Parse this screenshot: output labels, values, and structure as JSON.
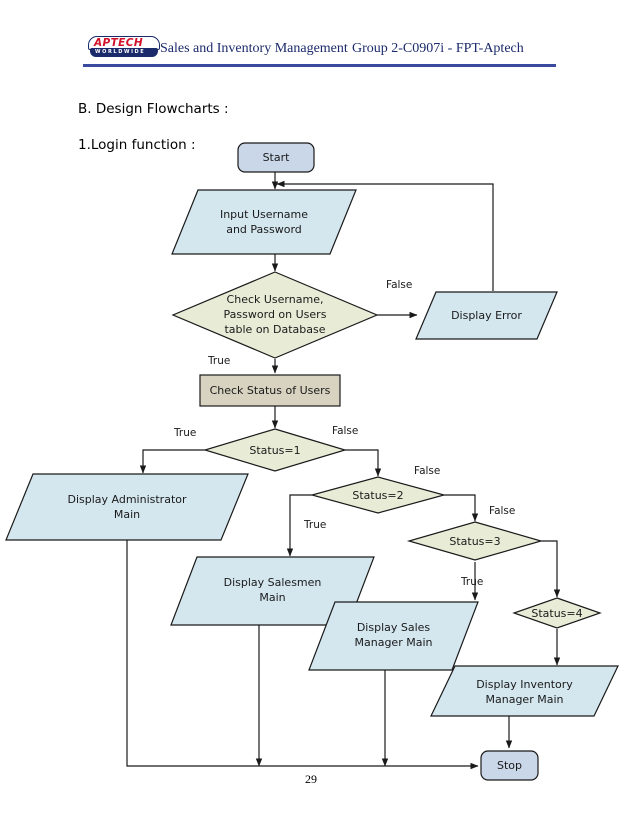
{
  "header": {
    "logo_top_text": "APTECH",
    "logo_bottom_text": "WORLDWIDE",
    "doc_title": "Sales and Inventory Management",
    "group_text": "Group 2-C0907i  -  FPT-Aptech",
    "rule_color": "#3a4a9f",
    "text_color": "#1b2a6b"
  },
  "headings": {
    "section_b": "B. Design Flowcharts :",
    "item_1": "1.Login function :"
  },
  "colors": {
    "terminator_fill": "#c9d7e9",
    "io_fill": "#d4e7ef",
    "decision_fill": "#e8ecd6",
    "process_fill": "#d8d3c0",
    "stroke": "#1a1a1a"
  },
  "chart_data": {
    "type": "diagram",
    "title": "Login function flowchart",
    "nodes": [
      {
        "id": "start",
        "shape": "terminator",
        "label": "Start"
      },
      {
        "id": "input",
        "shape": "io",
        "label": "Input Username\nand Password"
      },
      {
        "id": "check",
        "shape": "decision",
        "label": "Check Username,\nPassword on Users\ntable on Database"
      },
      {
        "id": "error",
        "shape": "io",
        "label": "Display Error"
      },
      {
        "id": "status",
        "shape": "process",
        "label": "Check Status of Users"
      },
      {
        "id": "status1",
        "shape": "decision",
        "label": "Status=1"
      },
      {
        "id": "admin",
        "shape": "io",
        "label": "Display Administrator\nMain"
      },
      {
        "id": "status2",
        "shape": "decision",
        "label": "Status=2"
      },
      {
        "id": "salesmen",
        "shape": "io",
        "label": "Display Salesmen\nMain"
      },
      {
        "id": "status3",
        "shape": "decision",
        "label": "Status=3"
      },
      {
        "id": "salesmgr",
        "shape": "io",
        "label": "Display Sales\nManager Main"
      },
      {
        "id": "status4",
        "shape": "decision",
        "label": "Status=4"
      },
      {
        "id": "invmgr",
        "shape": "io",
        "label": "Display Inventory\nManager Main"
      },
      {
        "id": "stop",
        "shape": "terminator",
        "label": "Stop"
      }
    ],
    "edges": [
      {
        "from": "start",
        "to": "input",
        "label": ""
      },
      {
        "from": "input",
        "to": "check",
        "label": ""
      },
      {
        "from": "check",
        "to": "status",
        "label": "True"
      },
      {
        "from": "check",
        "to": "error",
        "label": "False"
      },
      {
        "from": "error",
        "to": "input",
        "label": ""
      },
      {
        "from": "status",
        "to": "status1",
        "label": ""
      },
      {
        "from": "status1",
        "to": "admin",
        "label": "True"
      },
      {
        "from": "status1",
        "to": "status2",
        "label": "False"
      },
      {
        "from": "status2",
        "to": "salesmen",
        "label": "True"
      },
      {
        "from": "status2",
        "to": "status3",
        "label": "False"
      },
      {
        "from": "status3",
        "to": "salesmgr",
        "label": "True"
      },
      {
        "from": "status3",
        "to": "status4",
        "label": "False"
      },
      {
        "from": "status4",
        "to": "invmgr",
        "label": ""
      },
      {
        "from": "admin",
        "to": "stop",
        "label": ""
      },
      {
        "from": "salesmen",
        "to": "stop",
        "label": ""
      },
      {
        "from": "salesmgr",
        "to": "stop",
        "label": ""
      },
      {
        "from": "invmgr",
        "to": "stop",
        "label": ""
      }
    ],
    "edge_labels": {
      "check_false": "False",
      "check_true": "True",
      "s1_true": "True",
      "s1_false": "False",
      "s2_true": "True",
      "s2_false": "False",
      "s3_true": "True",
      "s3_false": "False"
    }
  },
  "footer": {
    "page_number": "29"
  }
}
